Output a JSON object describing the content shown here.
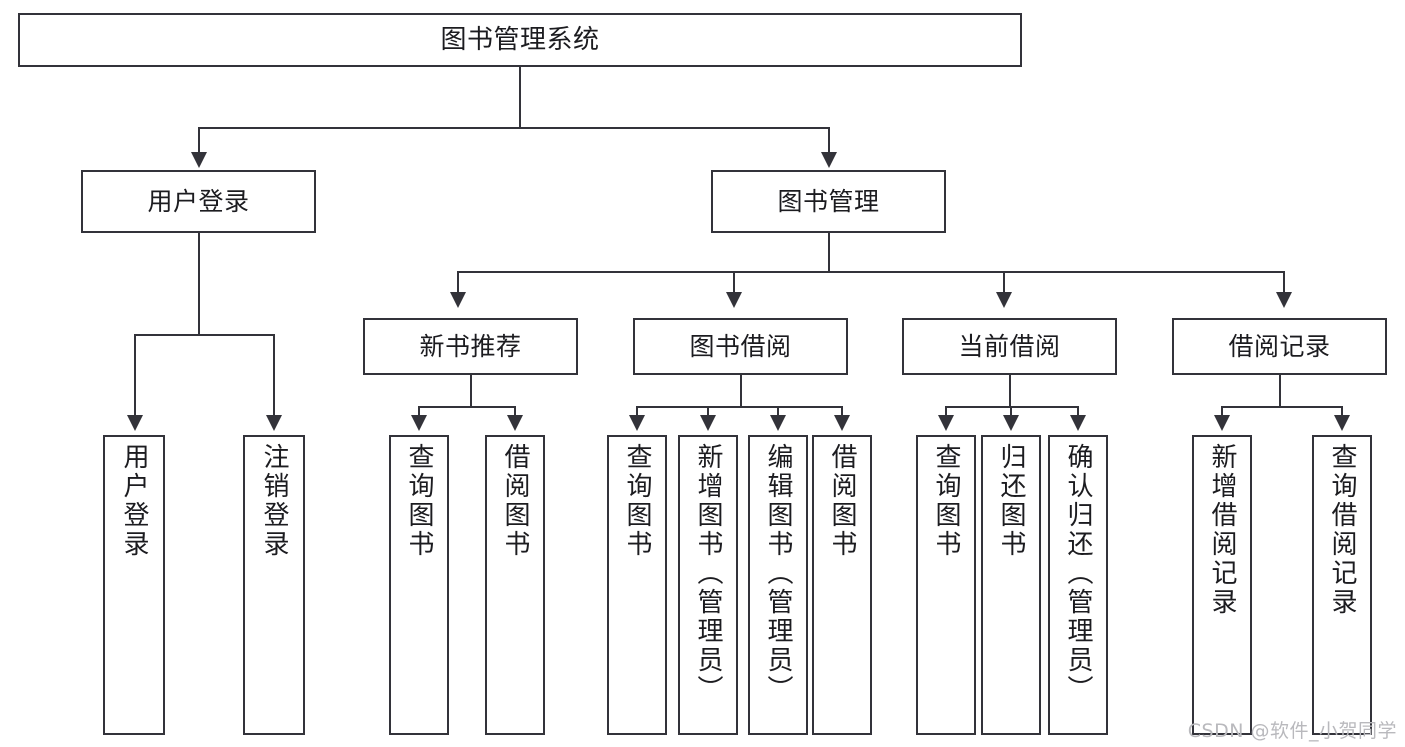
{
  "diagram": {
    "type": "tree",
    "title": "图书管理系统",
    "watermark": "CSDN @软件_小贺同学",
    "colors": {
      "stroke": "#33333a",
      "background": "#ffffff",
      "text": "#1c1c20",
      "watermark": "#b9b9bd"
    }
  },
  "nodes": {
    "root": "图书管理系统",
    "level2": {
      "user_login": "用户登录",
      "book_manage": "图书管理"
    },
    "level3": {
      "new_book_rec": "新书推荐",
      "book_borrow": "图书借阅",
      "current_borrow": "当前借阅",
      "borrow_record": "借阅记录"
    },
    "leaves": {
      "user_login_children": [
        "用户登录",
        "注销登录"
      ],
      "new_book_rec_children": [
        "查询图书",
        "借阅图书"
      ],
      "book_borrow_children": [
        "查询图书",
        "新增图书（管理员）",
        "编辑图书（管理员）",
        "借阅图书"
      ],
      "current_borrow_children": [
        "查询图书",
        "归还图书",
        "确认归还（管理员）"
      ],
      "borrow_record_children": [
        "新增借阅记录",
        "查询借阅记录"
      ]
    }
  }
}
